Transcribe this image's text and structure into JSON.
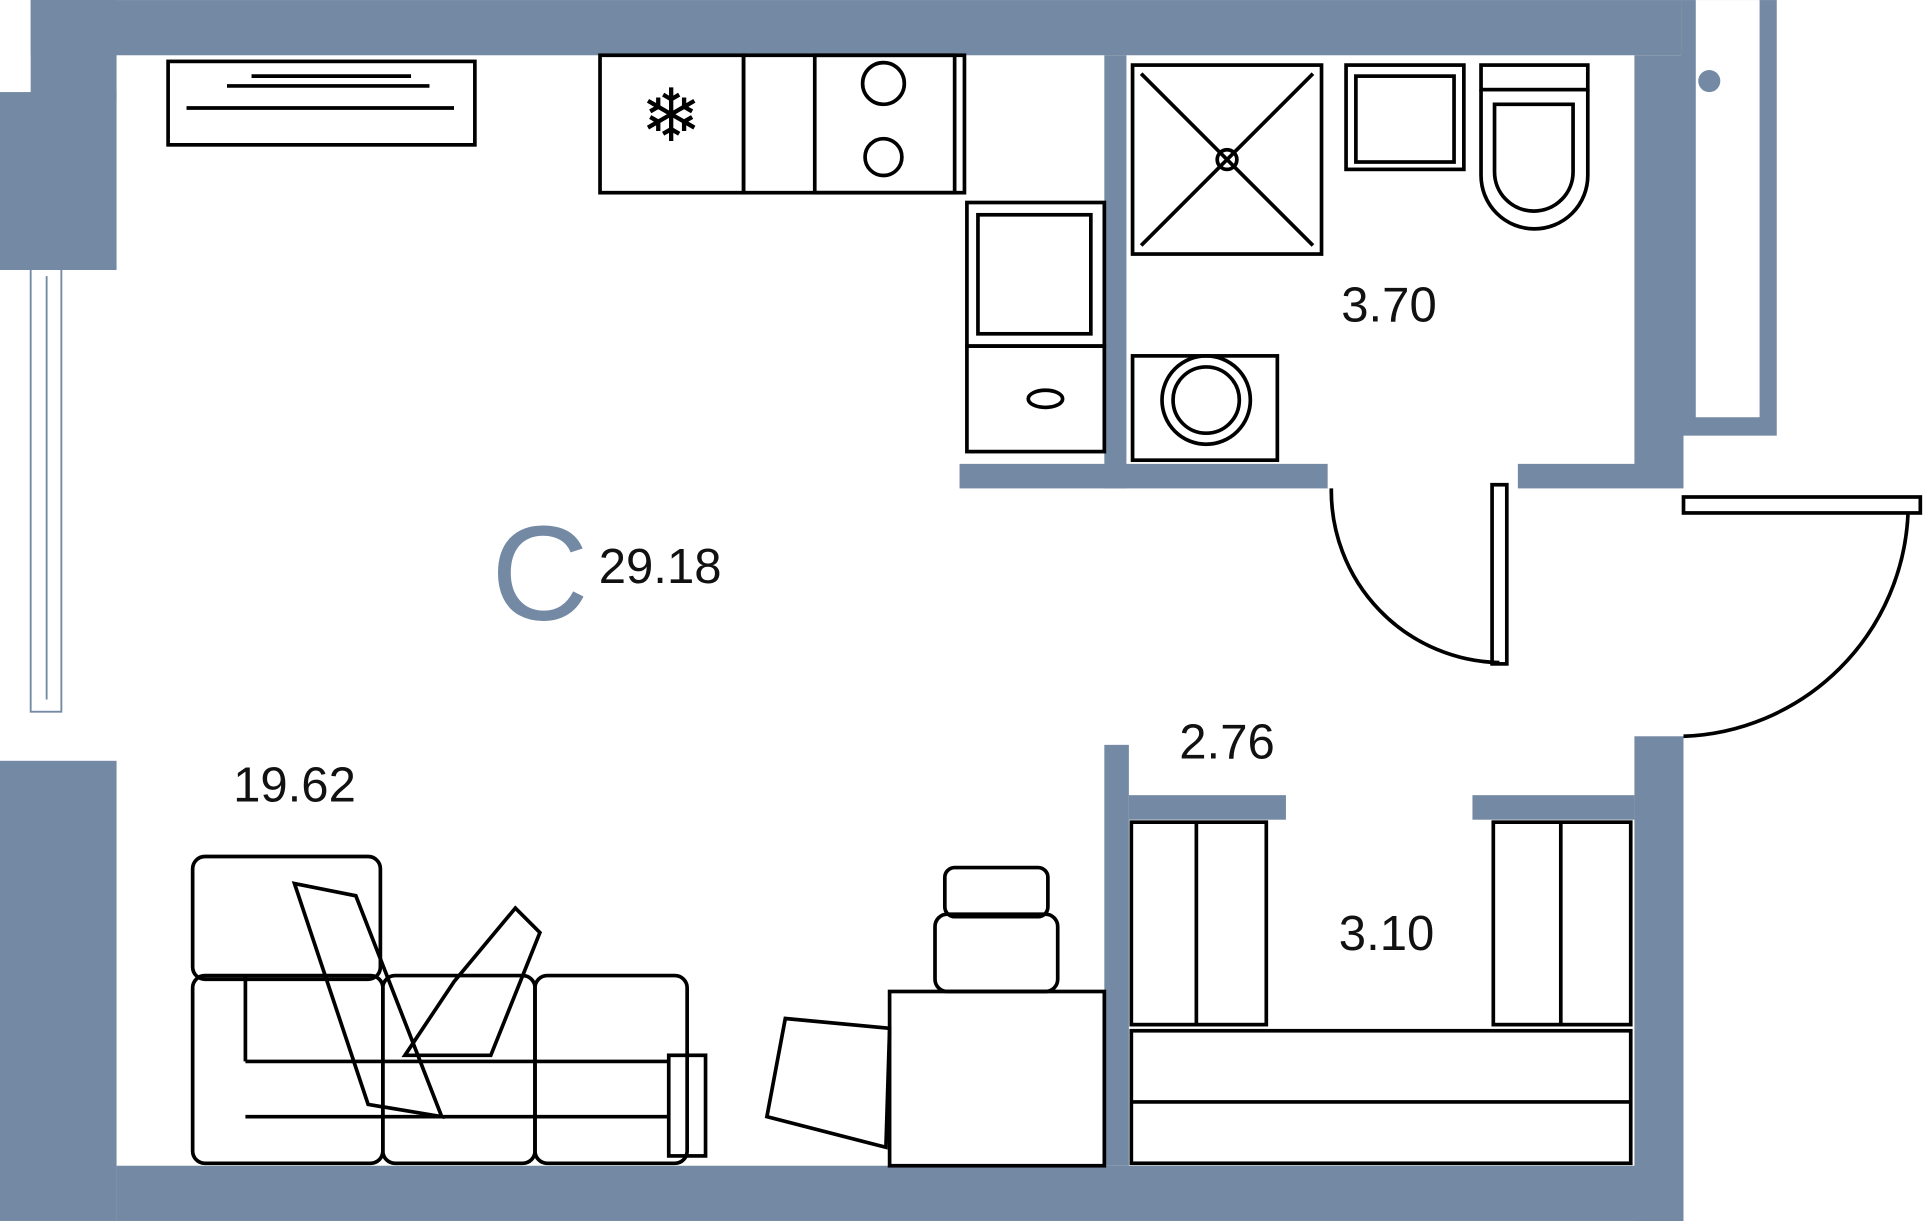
{
  "plan": {
    "letter": "С",
    "total_area": "29.18",
    "living_area": "19.62",
    "bathroom_area": "3.70",
    "hall_area": "2.76",
    "wardrobe_area": "3.10"
  },
  "colors": {
    "wall": "#7489a3",
    "line": "#000000"
  }
}
